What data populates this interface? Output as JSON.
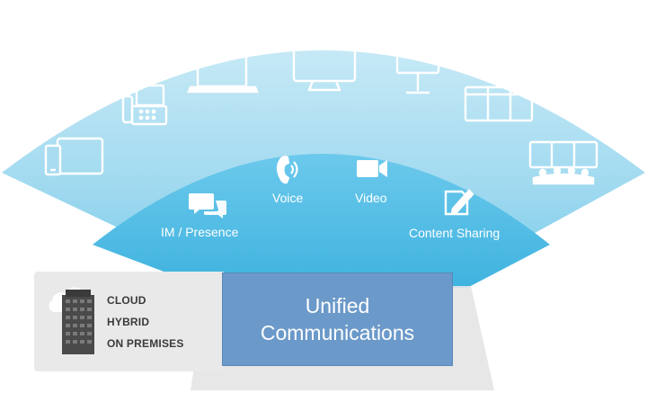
{
  "colors": {
    "outer_arc": "#a9dcf0",
    "inner_arc": "#57c0e6",
    "uc_box": "#6b99c9",
    "panel": "#e6e6e6",
    "device_stroke": "#ffffff"
  },
  "outer_ring": {
    "devices": [
      "tablet-phone-icon",
      "desk-phone-icon",
      "laptop-icon",
      "room-video-system-icon",
      "desk-video-system-icon",
      "multi-screen-system-icon",
      "telepresence-room-icon"
    ]
  },
  "inner_ring": {
    "services": [
      {
        "label": "IM / Presence",
        "icon": "chat-bubbles-icon"
      },
      {
        "label": "Voice",
        "icon": "phone-handset-icon"
      },
      {
        "label": "Video",
        "icon": "video-camera-icon"
      },
      {
        "label": "Content Sharing",
        "icon": "document-edit-icon"
      }
    ]
  },
  "deployment": {
    "icon": "cloud-building-icon",
    "options": [
      "CLOUD",
      "HYBRID",
      "ON PREMISES"
    ]
  },
  "core": {
    "line1": "Unified",
    "line2": "Communications"
  }
}
